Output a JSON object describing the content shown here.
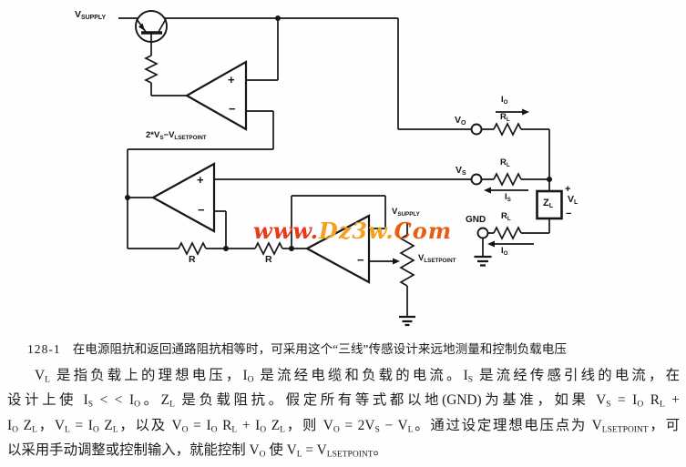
{
  "figure": {
    "number": "128-1",
    "caption": "在电源阻抗和返回通路阻抗相等时，可采用这个“三线”传感设计来远地测量和控制负载电压"
  },
  "body_lines": [
    "V_{L} 是指负载上的理想电压，I_{O} 是流经电缆和负载的电流。I_{S} 是流经传感引线的电流，在",
    "设计上使 I_{S} < < I_{O}。Z_{L} 是负载阻抗。假定所有等式都以地(GND)为基准，如果 V_{S} = I_{O} R_{L} +",
    "I_{O} Z_{L}，V_{L} = I_{O} Z_{L}，以及 V_{O} = I_{O} R_{L} + I_{O} Z_{L}，则 V_{O} = 2V_{S} − V_{L}。通过设定理想电压点为 V_{LSETPOINT}，可",
    "以采用手动调整或控制输入，就能控制 V_{O} 使 V_{L} = V_{LSETPOINT}。"
  ],
  "watermark": {
    "part1": "www.",
    "part2": "Dz3w.",
    "part3": "Com",
    "color1": "#e8391b",
    "color2": "#f5a01d",
    "color3": "#ea5c12"
  },
  "schematic": {
    "line_color": "#161616",
    "labels": {
      "v_supply": "V_{SUPPLY}",
      "gain_node": "2*V_{S}−V_{LSETPOINT}",
      "plus": "+",
      "minus": "−",
      "r": "R",
      "v_o": "V_{O}",
      "i_o": "I_{O}",
      "r_l": "R_{L}",
      "v_s": "V_{S}",
      "i_s": "I_{S}",
      "gnd": "GND",
      "z_l": "Z_{L}",
      "v_l": "V_{L}",
      "v_lsetpoint": "V_{LSETPOINT}"
    }
  }
}
